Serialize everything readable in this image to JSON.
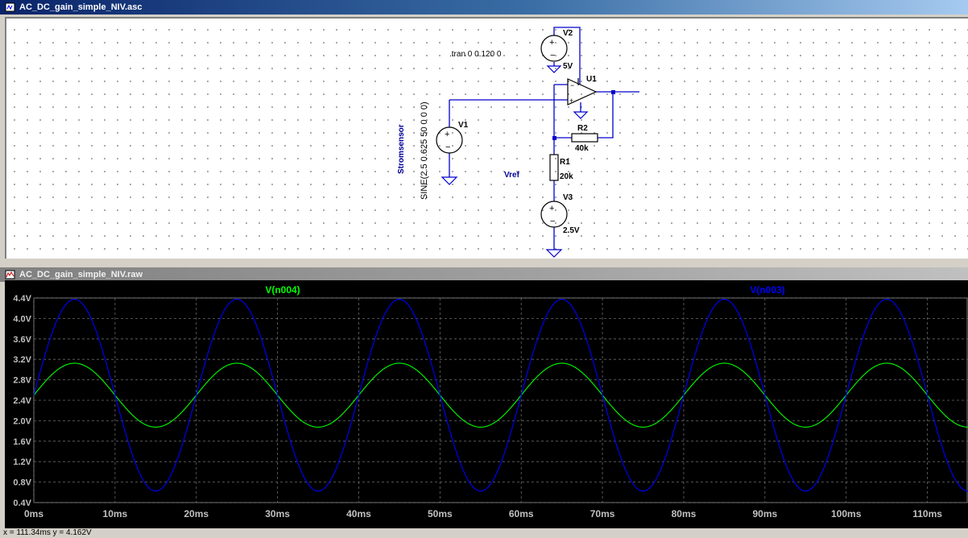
{
  "schematic_window": {
    "title": "AC_DC_gain_simple_NIV.asc"
  },
  "schematic": {
    "directive": ".tran 0 0.120 0",
    "components": {
      "v1": {
        "name": "V1",
        "value": "SINE(2.5 0.625 50 0 0 0)"
      },
      "v2": {
        "name": "V2",
        "value": "5V"
      },
      "v3": {
        "name": "V3",
        "value": "2.5V"
      },
      "u1": {
        "name": "U1"
      },
      "r1": {
        "name": "R1",
        "value": "20k"
      },
      "r2": {
        "name": "R2",
        "value": "40k"
      }
    },
    "net_labels": {
      "stromsensor": "Stromsensor",
      "vref": "Vref"
    },
    "wire_color": "#0000cc",
    "component_color": "#000000"
  },
  "plot_window": {
    "title": "AC_DC_gain_simple_NIV.raw"
  },
  "chart_data": {
    "type": "line",
    "title": "",
    "xlabel": "",
    "ylabel": "",
    "xlim": [
      0,
      115
    ],
    "ylim": [
      0.4,
      4.4
    ],
    "x_unit": "ms",
    "x_ticks": [
      "0ms",
      "10ms",
      "20ms",
      "30ms",
      "40ms",
      "50ms",
      "60ms",
      "70ms",
      "80ms",
      "90ms",
      "100ms",
      "110ms"
    ],
    "x_tick_values": [
      0,
      10,
      20,
      30,
      40,
      50,
      60,
      70,
      80,
      90,
      100,
      110
    ],
    "y_ticks": [
      "0.4V",
      "0.8V",
      "1.2V",
      "1.6V",
      "2.0V",
      "2.4V",
      "2.8V",
      "3.2V",
      "3.6V",
      "4.0V",
      "4.4V"
    ],
    "y_tick_values": [
      0.4,
      0.8,
      1.2,
      1.6,
      2.0,
      2.4,
      2.8,
      3.2,
      3.6,
      4.0,
      4.4
    ],
    "grid": true,
    "background": "#000000",
    "series": [
      {
        "name": "V(n004)",
        "color": "#00ff00",
        "function": "2.5 + 0.625*sin(2*pi*50*t)",
        "offset": 2.5,
        "amplitude": 0.625,
        "frequency_hz": 50
      },
      {
        "name": "V(n003)",
        "color": "#0000ff",
        "function": "2.5 + 1.875*sin(2*pi*50*t)",
        "offset": 2.5,
        "amplitude": 1.875,
        "frequency_hz": 50
      }
    ]
  },
  "status_bar": {
    "text": "x = 111.34ms   y = 4.162V"
  }
}
